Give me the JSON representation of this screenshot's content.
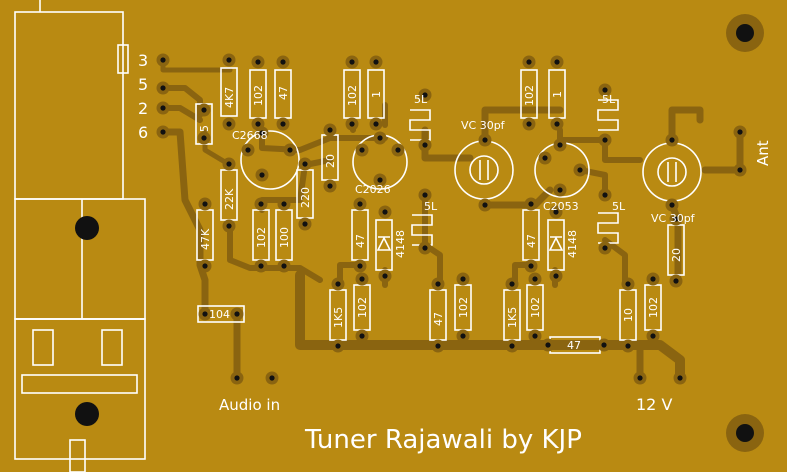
{
  "title": "Tuner Rajawali by KJP",
  "pin_labels": [
    "3",
    "5",
    "2",
    "6"
  ],
  "components": {
    "r_5": "5",
    "r_4k7": "4K7",
    "c_102_a": "102",
    "r_47_a": "47",
    "t_c2668": "C2668",
    "r_22k": "22K",
    "r_47k": "47K",
    "c_102_b": "102",
    "r_100": "100",
    "r_220": "220",
    "c_20_a": "20",
    "c_102_c": "102",
    "c_1_a": "1",
    "t_c2026": "C2026",
    "l_5l_a": "5L",
    "l_5l_b": "5L",
    "vc_a": "VC 30pf",
    "r_47_b": "47",
    "d_4148_a": "4148",
    "c_102_d": "102",
    "c_1_b": "1",
    "t_c2053": "C2053",
    "l_5l_c": "5L",
    "l_5l_d": "5L",
    "vc_b": "VC 30pf",
    "r_47_c": "47",
    "d_4148_b": "4148",
    "c_20_b": "20",
    "r_1k5_a": "1K5",
    "c_102_e": "102",
    "r_47_d": "47",
    "c_102_f": "102",
    "r_1k5_b": "1K5",
    "c_102_g": "102",
    "r_10": "10",
    "c_102_h": "102",
    "c_104": "104",
    "r_47_e": "47"
  },
  "connectors": {
    "audio_in": "Audio in",
    "supply": "12 V",
    "antenna": "Ant"
  },
  "colors": {
    "board": "#b98a12",
    "copper": "#8a6410",
    "silkscreen": "#ffffff",
    "drill": "#111111"
  }
}
